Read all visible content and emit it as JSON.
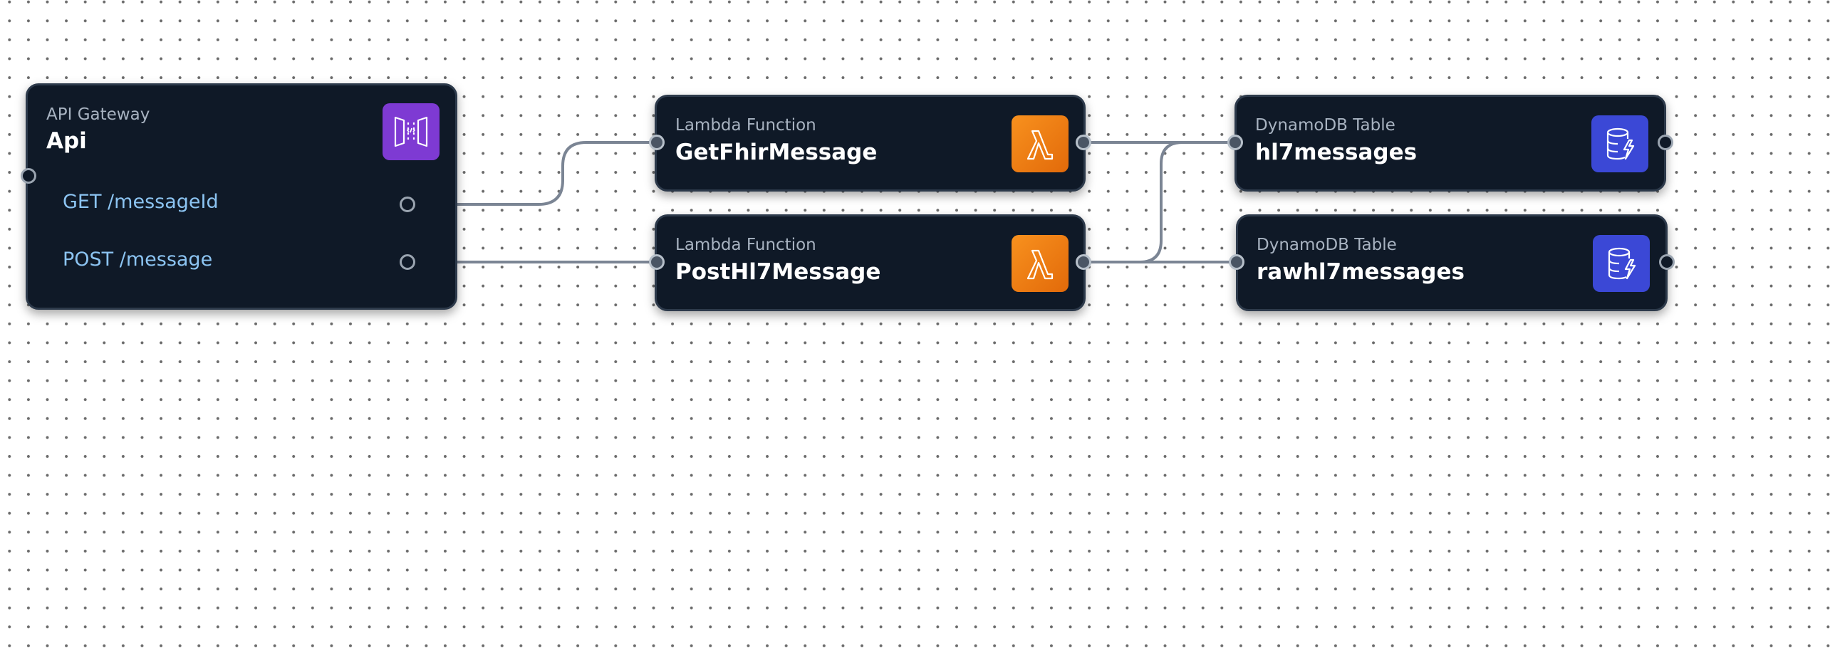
{
  "canvas": {
    "background": "#ffffff",
    "grid": "dotted"
  },
  "nodes": {
    "api": {
      "type": "API Gateway",
      "name": "Api",
      "icon": "api-gateway-icon",
      "routes": [
        {
          "label": "GET /messageId"
        },
        {
          "label": "POST /message"
        }
      ]
    },
    "get_fhir": {
      "type": "Lambda Function",
      "name": "GetFhirMessage",
      "icon": "lambda-icon"
    },
    "post_hl7": {
      "type": "Lambda Function",
      "name": "PostHl7Message",
      "icon": "lambda-icon"
    },
    "hl7messages": {
      "type": "DynamoDB Table",
      "name": "hl7messages",
      "icon": "dynamodb-icon"
    },
    "rawhl7messages": {
      "type": "DynamoDB Table",
      "name": "rawhl7messages",
      "icon": "dynamodb-icon"
    }
  },
  "connections": [
    {
      "from": "GET /messageId",
      "to": "GetFhirMessage"
    },
    {
      "from": "POST /message",
      "to": "PostHl7Message"
    },
    {
      "from": "GetFhirMessage",
      "to": "hl7messages"
    },
    {
      "from": "PostHl7Message",
      "to": "hl7messages"
    },
    {
      "from": "PostHl7Message",
      "to": "rawhl7messages"
    }
  ],
  "colors": {
    "node_bg": "#0f1927",
    "node_border": "#2d3a4b",
    "wire": "#7b8594",
    "route_text": "#8cc4f2",
    "api_gateway_accent": "#7e3ad3",
    "lambda_accent": "#f0820f",
    "dynamodb_accent": "#3b48d6"
  }
}
